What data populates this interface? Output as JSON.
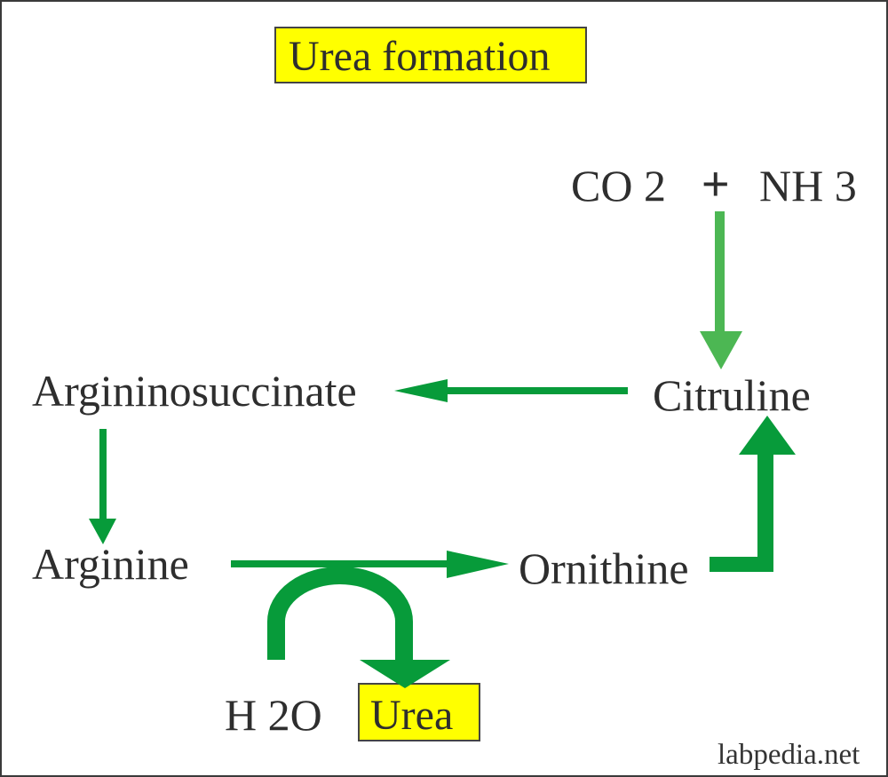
{
  "diagram": {
    "title": "Urea formation",
    "colors": {
      "title_box": "#ffff00",
      "arrow_dark": "#079b3a",
      "arrow_light": "#4cb753",
      "text": "#2e2e2e"
    },
    "nodes": {
      "co2": "CO 2",
      "plus": "+",
      "nh3": "NH 3",
      "citruline": "Citruline",
      "argininosuccinate": "Argininosuccinate",
      "arginine": "Arginine",
      "ornithine": "Ornithine",
      "h2o": "H 2O",
      "urea": "Urea"
    },
    "edges": [
      {
        "from": "CO 2 + NH 3",
        "to": "Citruline"
      },
      {
        "from": "Citruline",
        "to": "Argininosuccinate"
      },
      {
        "from": "Argininosuccinate",
        "to": "Arginine"
      },
      {
        "from": "Arginine",
        "to": "Ornithine"
      },
      {
        "from": "Ornithine",
        "to": "Citruline"
      },
      {
        "from": "H 2O",
        "to": "Urea"
      }
    ],
    "watermark": "labpedia.net"
  }
}
